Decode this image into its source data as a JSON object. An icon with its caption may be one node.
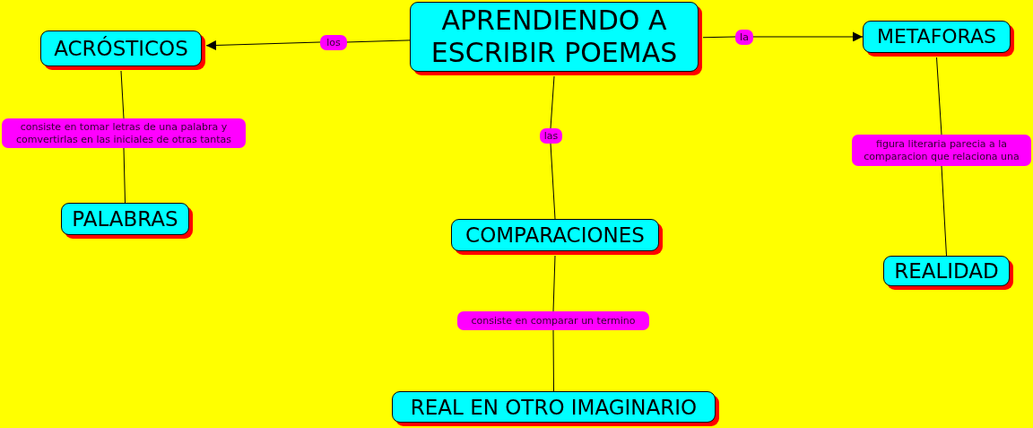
{
  "diagram": {
    "nodes": [
      {
        "text": [
          "ACRÓSTICOS"
        ]
      },
      {
        "text": [
          "los"
        ]
      },
      {
        "text": [
          "APRENDIENDO A ESCRIBIR POEMAS"
        ]
      },
      {
        "text": [
          "la"
        ]
      },
      {
        "text": [
          "METAFORAS"
        ]
      },
      {
        "text": [
          "consiste en tomar letras de una palabra y comvertirlas en las iniciales de otras tantas"
        ]
      },
      {
        "text": [
          "las"
        ]
      },
      {
        "text": [
          "figura literaria parecia a la comparacion que relaciona una"
        ]
      },
      {
        "text": [
          "PALABRAS"
        ]
      },
      {
        "text": [
          "COMPARACIONES"
        ]
      },
      {
        "text": [
          "REALIDAD"
        ]
      },
      {
        "text": [
          "consiste en comparar un termino"
        ]
      },
      {
        "text": [
          "REAL EN OTRO IMAGINARIO"
        ]
      }
    ],
    "edges": [
      {
        "from": 2,
        "to": 1,
        "arrow": "none"
      },
      {
        "from": 1,
        "to": 0,
        "arrow": "to"
      },
      {
        "from": 2,
        "to": 3,
        "arrow": "none"
      },
      {
        "from": 3,
        "to": 4,
        "arrow": "to"
      },
      {
        "from": 2,
        "to": 6,
        "arrow": "none"
      },
      {
        "from": 6,
        "to": 9,
        "arrow": "none"
      },
      {
        "from": 0,
        "to": 5,
        "arrow": "none"
      },
      {
        "from": 5,
        "to": 8,
        "arrow": "none"
      },
      {
        "from": 4,
        "to": 7,
        "arrow": "none"
      },
      {
        "from": 7,
        "to": 10,
        "arrow": "none"
      },
      {
        "from": 9,
        "to": 11,
        "arrow": "none"
      },
      {
        "from": 11,
        "to": 12,
        "arrow": "none"
      }
    ]
  }
}
